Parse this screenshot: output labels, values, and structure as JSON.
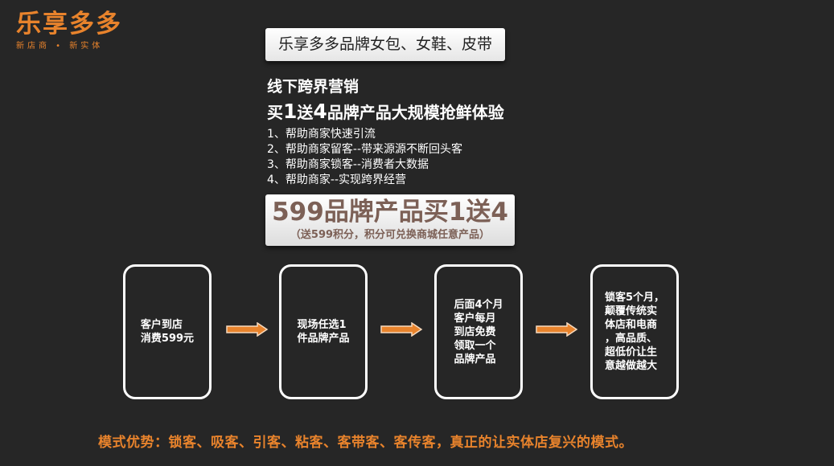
{
  "logo": {
    "title": "乐享多多",
    "subtitle": "新店商 • 新实体"
  },
  "title_box": "乐享多多品牌女包、女鞋、皮带",
  "headline1": "线下跨界营销",
  "headline2": {
    "prefix": "买",
    "n1": "1",
    "mid": "送",
    "n2": "4",
    "suffix": "品牌产品大规模抢鲜体验"
  },
  "benefits": [
    "1、帮助商家快速引流",
    "2、帮助商家留客--带来源源不断回头客",
    "3、帮助商家锁客--消费者大数据",
    "4、帮助商家--实现跨界经营"
  ],
  "promo": {
    "main": "599品牌产品买1送4",
    "sub": "（送599积分，积分可兑换商城任意产品）"
  },
  "steps": [
    "客户到店\n消费599元",
    "现场任选1\n件品牌产品",
    "后面4个月\n客户每月\n到店免费\n领取一个\n品牌产品",
    "锁客5个月，\n颠覆传统实\n体店和电商\n，高品质、\n超低价让生\n意越做越大"
  ],
  "footer": "模式优势：锁客、吸客、引客、粘客、客带客、客传客，真正的让实体店复兴的模式。",
  "colors": {
    "accent": "#e8832c",
    "background": "#262626",
    "promo_text": "#7c6056"
  }
}
